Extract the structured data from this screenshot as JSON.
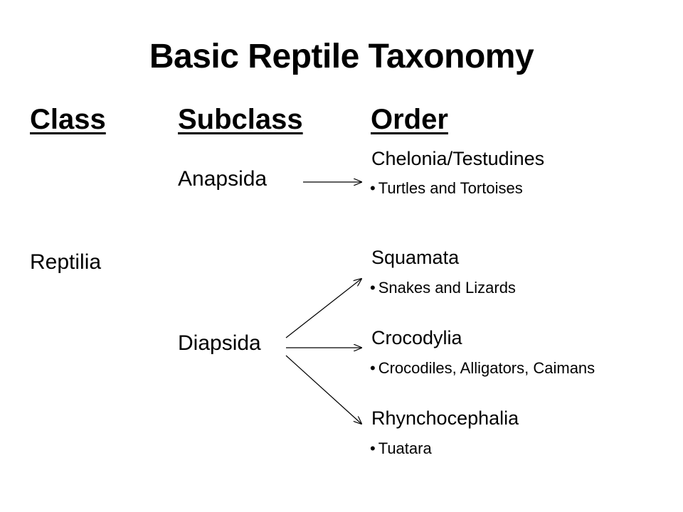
{
  "title": "Basic Reptile Taxonomy",
  "headers": {
    "class": "Class",
    "subclass": "Subclass",
    "order": "Order"
  },
  "class_name": "Reptilia",
  "subclasses": [
    {
      "name": "Anapsida"
    },
    {
      "name": "Diapsida"
    }
  ],
  "orders": [
    {
      "name": "Chelonia/Testudines",
      "example": "Turtles and Tortoises"
    },
    {
      "name": "Squamata",
      "example": "Snakes and Lizards"
    },
    {
      "name": "Crocodylia",
      "example": "Crocodiles, Alligators, Caimans"
    },
    {
      "name": "Rhynchocephalia",
      "example": "Tuatara"
    }
  ],
  "bullet": "•",
  "colors": {
    "text": "#000000",
    "background": "#ffffff"
  }
}
